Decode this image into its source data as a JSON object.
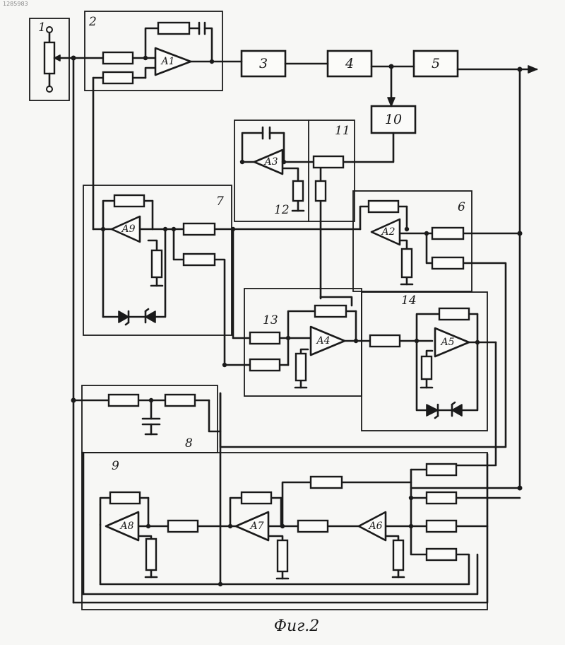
{
  "figure": {
    "caption": "Фиг.2",
    "doc_number": "1285983",
    "units": {
      "u1": "1",
      "u2": "2",
      "u3": "3",
      "u4": "4",
      "u5": "5",
      "u6": "6",
      "u7": "7",
      "u8": "8",
      "u9": "9",
      "u10": "10",
      "u11": "11",
      "u12": "12",
      "u13": "13",
      "u14": "14"
    },
    "amplifiers": {
      "a1": "A1",
      "a2": "A2",
      "a3": "A3",
      "a4": "A4",
      "a5": "A5",
      "a6": "A6",
      "a7": "A7",
      "a8": "A8",
      "a9": "A9"
    }
  }
}
